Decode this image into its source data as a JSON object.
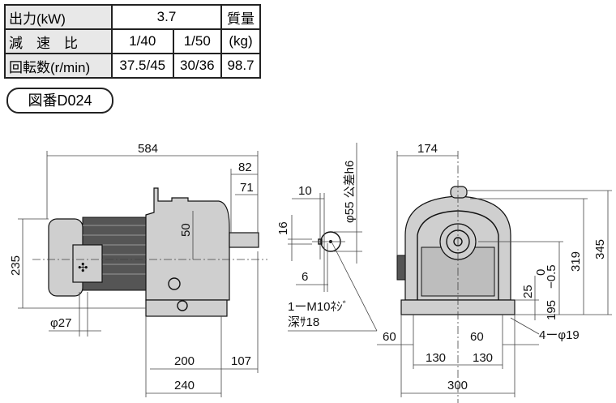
{
  "spec_table": {
    "rows": [
      {
        "label": "出力(kW)",
        "values": [
          "3.7"
        ],
        "mass_header": "質量"
      },
      {
        "label": "減　速　比",
        "values": [
          "1/40",
          "1/50"
        ],
        "mass_header": "(kg)"
      },
      {
        "label": "回転数(r/min)",
        "values": [
          "37.5/45",
          "30/36"
        ],
        "mass": "98.7"
      }
    ]
  },
  "drawing_number": "図番D024",
  "side_view": {
    "overall_length": "584",
    "shaft_82": "82",
    "shaft_71": "71",
    "height_235": "235",
    "dim_50": "50",
    "fan_dia": "φ27",
    "base_200": "200",
    "base_107": "107",
    "base_240": "240"
  },
  "shaft_end": {
    "key_width": "10",
    "key_height": "16",
    "key_depth": "6",
    "shaft_dia": "φ55 公差h6",
    "tap": "1ーM10ﾈｼﾞ",
    "tap_depth": "深ｻ18"
  },
  "front_view": {
    "width_174": "174",
    "height_345": "345",
    "height_319": "319",
    "center_height": "195",
    "tol_upper": "0",
    "tol_lower": "−0.5",
    "foot_25": "25",
    "dim_60_left": "60",
    "dim_130_left": "130",
    "dim_130_right": "130",
    "dim_60_right": "60",
    "width_300": "300",
    "holes": "4ーφ19"
  }
}
